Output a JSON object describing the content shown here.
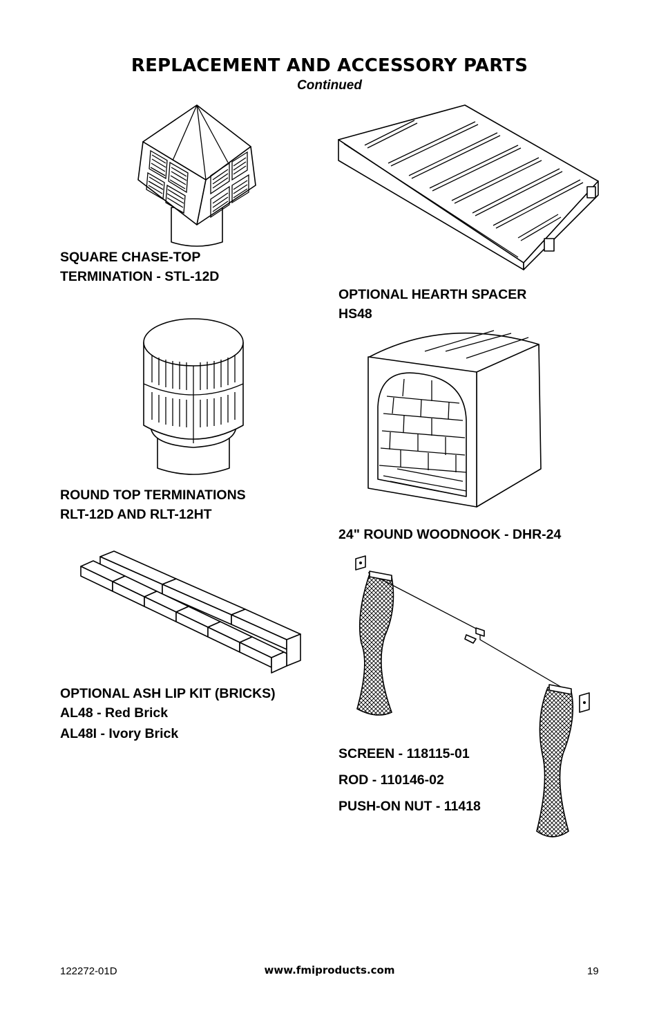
{
  "page": {
    "title": "REPLACEMENT AND ACCESSORY PARTS",
    "subtitle": "Continued"
  },
  "items": {
    "chase_top": [
      "SQUARE CHASE-TOP",
      "TERMINATION - STL-12D"
    ],
    "hearth_spacer": [
      "OPTIONAL HEARTH SPACER",
      "HS48"
    ],
    "round_top": [
      "ROUND TOP TERMINATIONS",
      "RLT-12D AND RLT-12HT"
    ],
    "woodnook": [
      "24\" ROUND WOODNOOK - DHR-24"
    ],
    "ash_lip": [
      "OPTIONAL ASH LIP KIT (BRICKS)",
      "AL48 - Red Brick",
      "AL48I - Ivory Brick"
    ],
    "screen": [
      "SCREEN - 118115-01",
      "ROD - 110146-02",
      "PUSH-ON NUT - 11418"
    ]
  },
  "footer": {
    "doc_number": "122272-01D",
    "url": "www.fmiproducts.com",
    "page_number": "19"
  }
}
